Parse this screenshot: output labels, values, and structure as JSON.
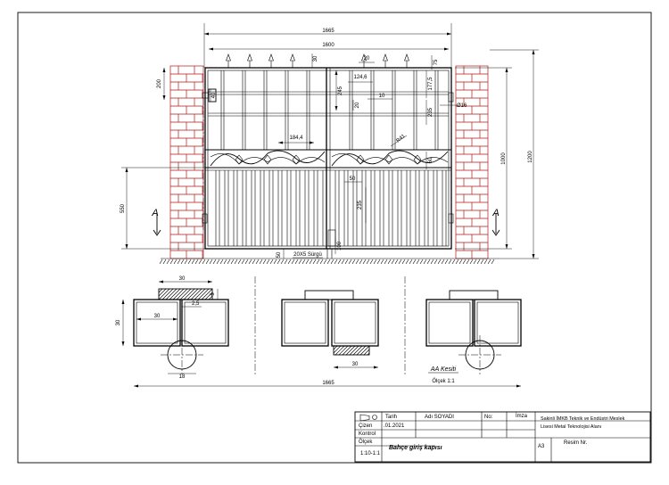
{
  "drawing": {
    "front_view": {
      "overall_width": "1665",
      "inner_width": "1600",
      "dims": {
        "d200": "200",
        "d30": "30",
        "d20_top": "20",
        "d75": "75",
        "d245": "245",
        "d124_6": "124,6",
        "d177_5": "177,5",
        "d40": "40",
        "d20": "20",
        "d10": "10",
        "d235_top": "235",
        "d16": "Ø16",
        "d184_4": "184,4",
        "dR41": "R41",
        "d60": "60",
        "d1000": "1000",
        "d1200": "1200",
        "d550": "550",
        "d50_mid": "50",
        "d235_bot": "235",
        "d50_bot": "50",
        "d100": "100"
      },
      "bolt_label": "20X5 Sürgü",
      "section_mark_left": "A",
      "section_mark_right": "A"
    },
    "section_view": {
      "dims": {
        "d30_top": "30",
        "d5": "5",
        "d2_5": "2,5",
        "d30_inner": "30",
        "d30_left": "30",
        "d30_bottom": "30",
        "d18": "18",
        "d1665": "1665"
      },
      "title": "AA Kesiti",
      "scale": "Ölçek 1:1"
    }
  },
  "title_block": {
    "col_tarih": "Tarih",
    "col_adi": "Adı SOYADI",
    "col_no": "No:",
    "col_imza": "İmza",
    "row_cizen": "Çizen",
    "cizen_date": ".01.2021",
    "row_kontrol": "Kontrol",
    "row_olcek": "Ölçek",
    "olcek_value": "1:10-1:1",
    "drawing_title": "Bahçe giriş kapısı",
    "school_line1": "Sakinli İMKB Teknik ve Endüstri Meslek",
    "school_line2": "Lisesi Metal Teknolojisi Alanı",
    "paper_size": "A3",
    "resim_no": "Resim Nr."
  }
}
